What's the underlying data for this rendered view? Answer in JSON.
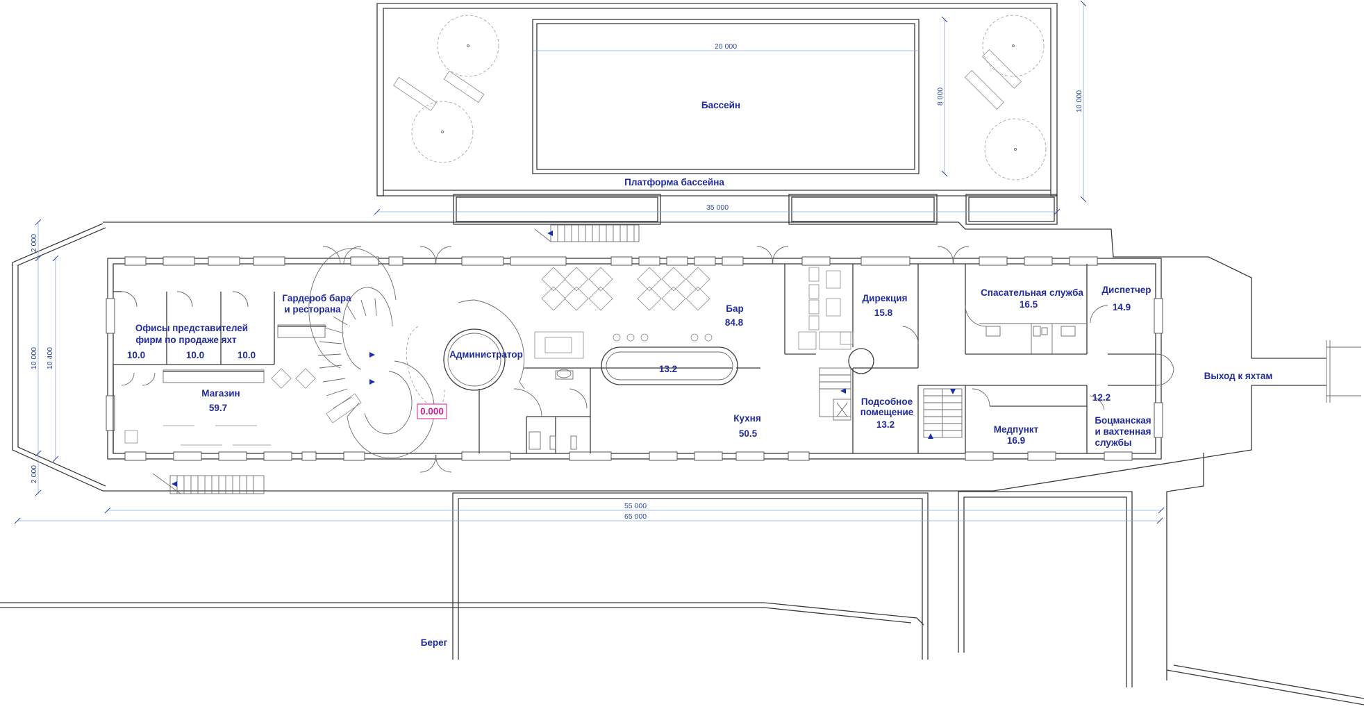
{
  "dimensions": {
    "pool_length": "20 000",
    "pool_width": "8 000",
    "platform_depth": "10 000",
    "platform_width": "35 000",
    "left_top": "2 000",
    "left_mid_outer": "10 000",
    "left_mid_inner": "10 400",
    "left_bottom": "2 000",
    "building_length": "55 000",
    "total_length": "65 000"
  },
  "labels": {
    "pool": "Бассейн",
    "pool_platform": "Платформа бассейна",
    "offices_line1": "Офисы представителей",
    "offices_line2": "фирм по продаже яхт",
    "office_area_1": "10.0",
    "office_area_2": "10.0",
    "office_area_3": "10.0",
    "cloakroom_line1": "Гардероб бара",
    "cloakroom_line2": "и ресторана",
    "shop": "Магазин",
    "shop_area": "59.7",
    "administrator": "Администратор",
    "level_mark": "0.000",
    "bar": "Бар",
    "bar_area": "84.8",
    "bar_counter_area": "13.2",
    "kitchen": "Кухня",
    "kitchen_area": "50.5",
    "directorate": "Дирекция",
    "directorate_area": "15.8",
    "utility_line1": "Подсобное",
    "utility_line2": "помещение",
    "utility_area": "13.2",
    "rescue": "Спасательная служба",
    "rescue_area": "16.5",
    "dispatcher": "Диспетчер",
    "dispatcher_area": "14.9",
    "medical": "Медпункт",
    "medical_area": "16.9",
    "boatswain_area": "12.2",
    "boatswain_line1": "Боцманская",
    "boatswain_line2": "и вахтенная",
    "boatswain_line3": "службы",
    "exit": "Выход к яхтам",
    "shore": "Берег"
  },
  "colors": {
    "label": "#1f2a9e",
    "dimension_line": "#88aadd",
    "level_mark": "#d0209a",
    "wall": "#3a3a3a"
  }
}
